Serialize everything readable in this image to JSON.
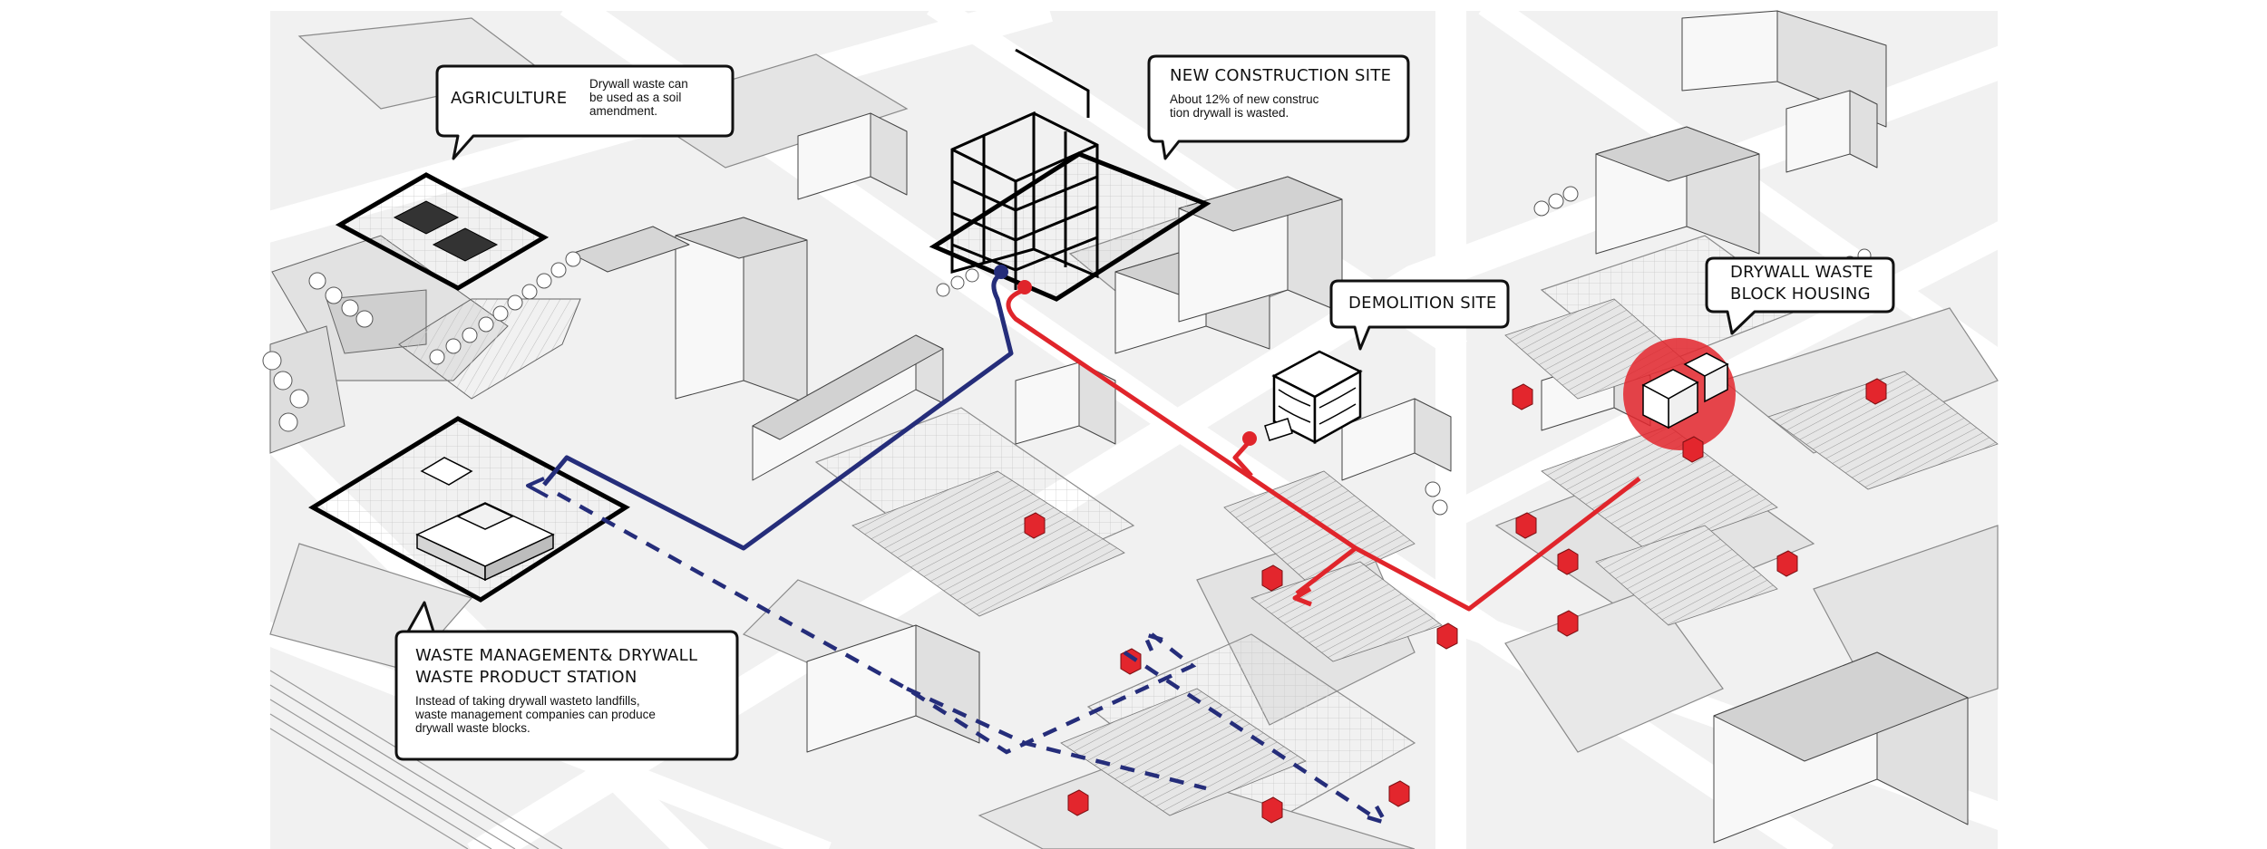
{
  "callouts": {
    "agriculture": {
      "title": "AGRICULTURE",
      "desc": [
        "Drywall waste can",
        "be used as a soil",
        "amendment."
      ]
    },
    "new_construction": {
      "title": "NEW CONSTRUCTION SITE",
      "desc": [
        "About 12% of new construc",
        "tion drywall is wasted."
      ]
    },
    "demolition": {
      "title": "DEMOLITION SITE"
    },
    "block_housing": {
      "title": [
        "DRYWALL WASTE",
        "BLOCK HOUSING"
      ]
    },
    "waste_management": {
      "title": [
        "WASTE MANAGEMENT&  DRYWALL",
        "WASTE PRODUCT STATION"
      ],
      "desc": [
        "Instead of taking drywall wasteto landfills,",
        "waste management companies can produce",
        "drywall waste blocks."
      ]
    }
  },
  "colors": {
    "red_route": "#e0252b",
    "blue_route": "#252d7a",
    "block_housing_highlight": "#e3262d",
    "line": "#111111",
    "building": "#e9e9e9",
    "roof": "#cfcfcf"
  }
}
